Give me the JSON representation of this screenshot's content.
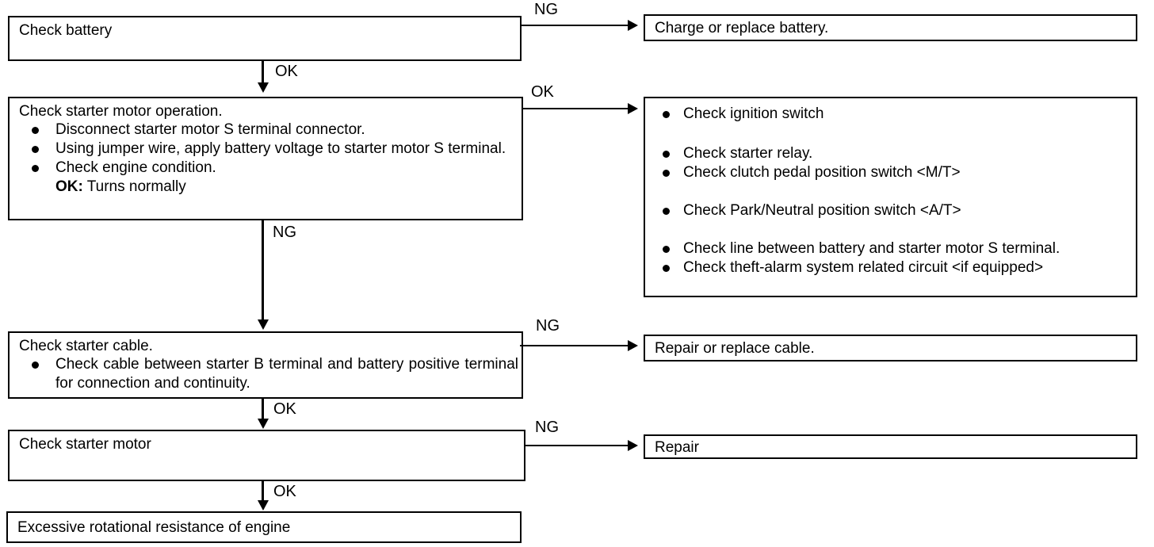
{
  "palette": {
    "ink": "#000000",
    "paper": "#ffffff"
  },
  "flowchart": {
    "steps": {
      "check_battery": {
        "title": "Check battery"
      },
      "charge_or_replace_battery": {
        "title": "Charge or replace battery."
      },
      "check_starter_motor_operation": {
        "title": "Check starter motor operation.",
        "bullets": [
          {
            "text": "Disconnect starter motor S terminal connector."
          },
          {
            "text": "Using jumper wire, apply battery voltage to starter motor S terminal."
          },
          {
            "text": "Check engine condition."
          }
        ],
        "result_label": "OK:",
        "result_text": "Turns normally"
      },
      "ok_branch_checks": {
        "items": [
          {
            "text": "Check ignition switch"
          },
          {
            "text": "Check starter relay."
          },
          {
            "text": "Check clutch pedal position switch <M/T>"
          },
          {
            "text": "Check Park/Neutral position switch <A/T>"
          },
          {
            "text": "Check line between battery and starter motor S terminal."
          },
          {
            "text": "Check theft-alarm system related circuit <if equipped>"
          }
        ]
      },
      "check_starter_cable": {
        "title": "Check starter cable.",
        "bullets": [
          {
            "text": "Check cable between starter B terminal and battery positive terminal for connection and continuity."
          }
        ]
      },
      "repair_or_replace_cable": {
        "title": "Repair or replace cable."
      },
      "check_starter_motor": {
        "title": "Check starter motor"
      },
      "repair": {
        "title": "Repair"
      },
      "excessive_rotational_resistance": {
        "title": "Excessive rotational resistance of engine"
      }
    },
    "connectors": {
      "battery_ng": "NG",
      "battery_ok": "OK",
      "operation_ok": "OK",
      "operation_ng": "NG",
      "cable_ng": "NG",
      "cable_ok": "OK",
      "motor_ng": "NG",
      "motor_ok": "OK"
    }
  }
}
